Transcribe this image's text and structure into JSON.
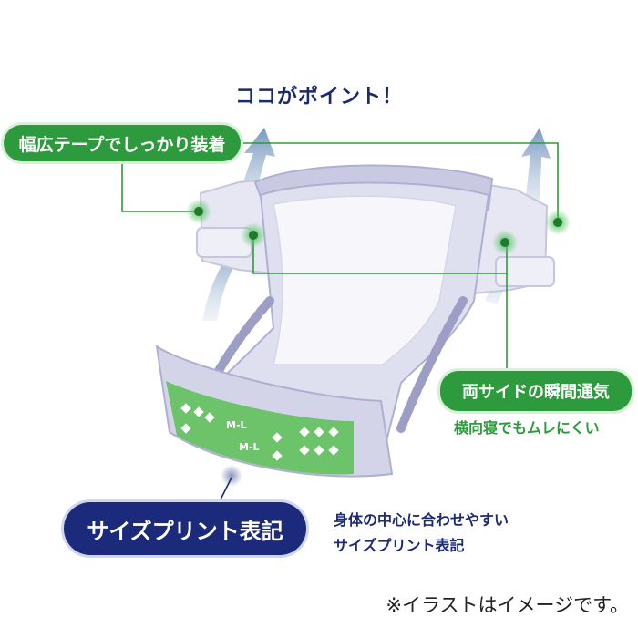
{
  "headline": "ココがポイント！",
  "callouts": {
    "tape": {
      "label": "幅広テープでしっかり装着"
    },
    "side": {
      "label": "両サイドの瞬間通気",
      "note": "横向寝でもムレにくい"
    },
    "size": {
      "label": "サイズプリント表記",
      "note_lines": [
        "身体の中心に合わせやすい",
        "サイズプリント表記"
      ]
    }
  },
  "size_print_marks": [
    "M-L",
    "M-L"
  ],
  "disclaimer": "※イラストはイメージです。",
  "colors": {
    "green": "#2e9a3e",
    "navy": "#1b2a7a",
    "diaper": "#dfe0ef",
    "diaper_shade": "#aeb0d2",
    "arrow": "#8aa6c9"
  }
}
